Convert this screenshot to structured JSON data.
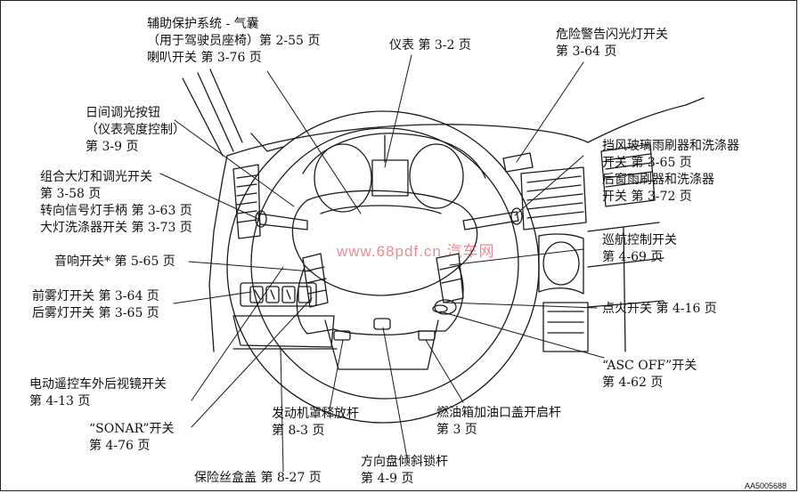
{
  "colors": {
    "line": "#1a1a1a",
    "watermark": "#dc283c"
  },
  "labels": {
    "airbag": [
      "辅助保护系统 - 气囊",
      "（用于驾驶员座椅）第 2-55 页",
      "喇叭开关 第 3-76 页"
    ],
    "gauges": [
      "仪表 第 3-2 页"
    ],
    "hazard": [
      "危险警告闪光灯开关",
      "第 3-64 页"
    ],
    "dimmer": [
      "日间调光按钮",
      "（仪表亮度控制）",
      "第 3-9 页"
    ],
    "headlamp": [
      "组合大灯和调光开关",
      "第 3-58 页",
      "转向信号灯手柄 第 3-63 页",
      "大灯洗涤器开关 第 3-73 页"
    ],
    "wiper": [
      "挡风玻璃雨刷器和洗涤器",
      "开关 第 3-65 页",
      "后窗雨刷器和洗涤器",
      "开关 第 3-72 页"
    ],
    "audio": [
      "音响开关* 第 5-65 页"
    ],
    "cruise": [
      "巡航控制开关",
      "第 4-69 页"
    ],
    "fog": [
      "前雾灯开关 第 3-64 页",
      "后雾灯开关 第 3-65 页"
    ],
    "ignition": [
      "点火开关 第 4-16 页"
    ],
    "asc": [
      "“ASC OFF”开关",
      "第 4-62 页"
    ],
    "mirror": [
      "电动遥控车外后视镜开关",
      "第 4-13 页"
    ],
    "sonar": [
      "“SONAR”开关",
      "第 4-76 页"
    ],
    "hood": [
      "发动机罩释放杆",
      "第 8-3 页"
    ],
    "fuel": [
      "燃油箱加油口盖开启杆",
      "第 3 页"
    ],
    "fuse": [
      "保险丝盒盖 第 8-27 页"
    ],
    "tilt": [
      "方向盘倾斜锁杆",
      "第 4-9 页"
    ]
  },
  "watermark": "www.68pdf.cn  汽车网",
  "figure_code": "AA5005688"
}
